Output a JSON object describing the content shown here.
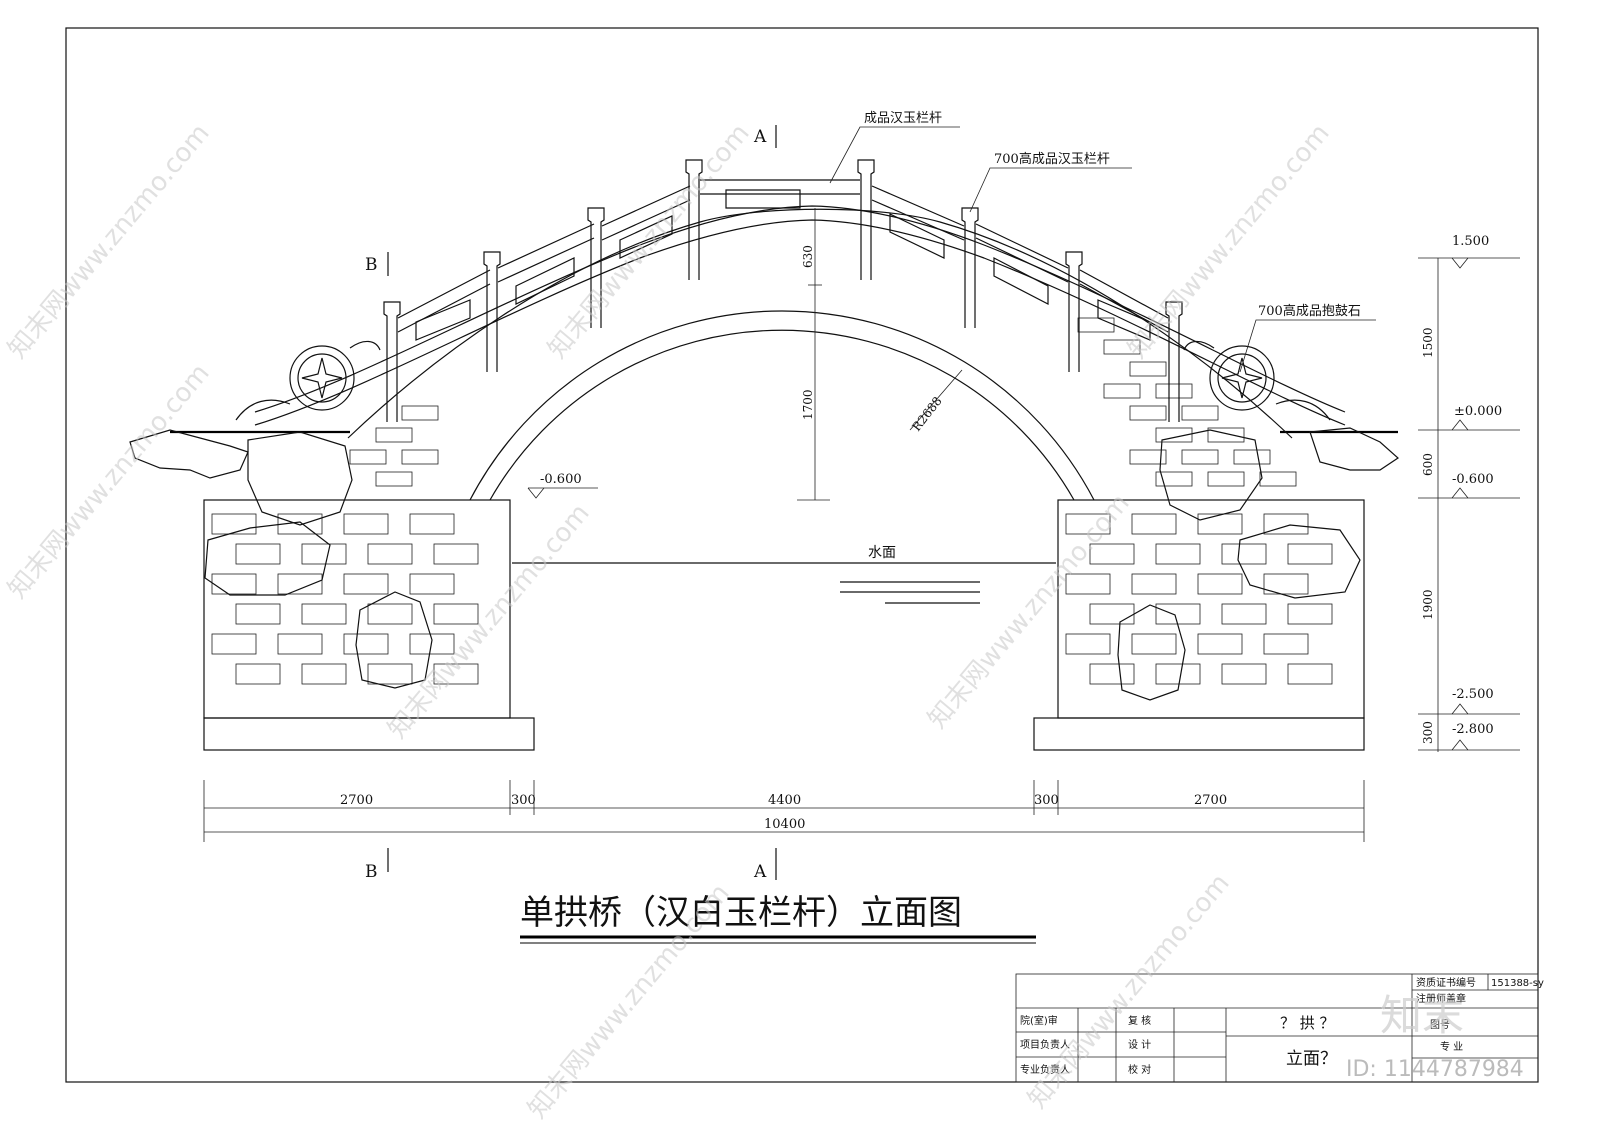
{
  "title": "单拱桥（汉白玉栏杆）立面图",
  "section_marks": {
    "a_top": "A",
    "a_bottom": "A",
    "b_top": "B",
    "b_bottom": "B"
  },
  "callouts": {
    "railing": "成品汉玉栏杆",
    "railing_700": "700高成品汉玉栏杆",
    "drum_stone": "700高成品抱鼓石",
    "water": "水面",
    "radius": "R2688",
    "height_1700": "1700",
    "height_630": "630",
    "level_left": "-0.600"
  },
  "elevations": [
    "1.500",
    "±0.000",
    "-0.600",
    "-2.500",
    "-2.800"
  ],
  "vertical_dims": [
    "1500",
    "600",
    "1900",
    "300"
  ],
  "horizontal_dims": [
    "2700",
    "300",
    "4400",
    "300",
    "2700"
  ],
  "total_dim": "10400",
  "title_block": {
    "cert_label": "资质证书编号",
    "cert_no": "151388-sy",
    "stamp_label": "注册师盖章",
    "rows": [
      {
        "a": "院(室)审",
        "b": "复  核"
      },
      {
        "a": "项目负责人",
        "b": "设  计"
      },
      {
        "a": "专业负责人",
        "b": "校  对"
      }
    ],
    "project": "？ 拱 ？",
    "drawing": "立面？",
    "major": "专  业",
    "no_label": "图号"
  },
  "watermark": {
    "text": "知末网www.znzmo.com",
    "logo": "知末",
    "id": "ID: 1144787984"
  }
}
